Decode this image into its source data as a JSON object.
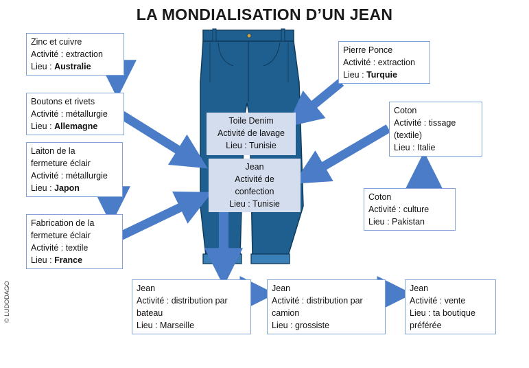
{
  "title": "LA MONDIALISATION D’UN JEAN",
  "copyright": "© LUDODAGO",
  "boxes": {
    "zinc": {
      "l1": "Zinc et cuivre",
      "l2": "Activité : extraction",
      "l3_label": "Lieu : ",
      "l3_value": "Australie"
    },
    "boutons": {
      "l1": "Boutons et rivets",
      "l2": "Activité : métallurgie",
      "l3_label": "Lieu : ",
      "l3_value": "Allemagne"
    },
    "laiton": {
      "l1": "Laiton de la",
      "l2": "fermeture éclair",
      "l3": "Activité : métallurgie",
      "l4_label": "Lieu : ",
      "l4_value": "Japon"
    },
    "fabrication": {
      "l1": "Fabrication de la",
      "l2": "fermeture éclair",
      "l3": "Activité : textile",
      "l4_label": "Lieu :  ",
      "l4_value": "France"
    },
    "pierre": {
      "l1": "Pierre Ponce",
      "l2": "Activité : extraction",
      "l3_label": "Lieu :  ",
      "l3_value": "Turquie"
    },
    "coton_tissage": {
      "l1": "Coton",
      "l2": "Activité : tissage",
      "l3": "(textile)",
      "l4": "Lieu :  Italie"
    },
    "coton_culture": {
      "l1": "Coton",
      "l2": "Activité : culture",
      "l3": "Lieu :  Pakistan"
    },
    "toile": {
      "l1": "Toile Denim",
      "l2": "Activité de lavage",
      "l3": "Lieu : Tunisie"
    },
    "confection": {
      "l1": "Jean",
      "l2": "Activité de",
      "l3": "confection",
      "l4": "Lieu : Tunisie"
    },
    "bateau": {
      "l1": "Jean",
      "l2": "Activité : distribution par",
      "l3": "bateau",
      "l4": "Lieu :  Marseille"
    },
    "camion": {
      "l1": "Jean",
      "l2": "Activité : distribution par",
      "l3": "camion",
      "l4": "Lieu :  grossiste"
    },
    "vente": {
      "l1": "Jean",
      "l2": "Activité : vente",
      "l3": "Lieu :  ta boutique",
      "l4": "préférée"
    }
  },
  "colors": {
    "arrow": "#4a7cc7",
    "box_border": "#7fa3d6",
    "box_blue": "#d3ddee",
    "jeans": "#1f5f8f",
    "jeans_dark": "#16486f"
  },
  "icons": [
    "jeans-illustration",
    "arrow-icon"
  ]
}
